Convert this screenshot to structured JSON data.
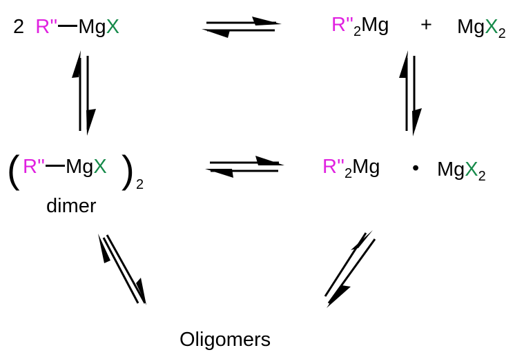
{
  "colors": {
    "r_group": "#e020e0",
    "halogen": "#168a4a",
    "text": "#000000",
    "background": "#ffffff"
  },
  "species": {
    "monomer": {
      "coefficient": "2",
      "r_group": "R''",
      "metal": "Mg",
      "halogen": "X"
    },
    "schlenk_products": {
      "r_group": "R''",
      "r_subscript": "2",
      "metal": "Mg",
      "plus": "+",
      "salt_metal": "Mg",
      "salt_halogen": "X",
      "salt_subscript": "2"
    },
    "dimer": {
      "r_group": "R''",
      "metal": "Mg",
      "halogen": "X",
      "subscript": "2",
      "label": "dimer"
    },
    "adduct": {
      "r_group": "R''",
      "r_subscript": "2",
      "metal": "Mg",
      "dot": "•",
      "salt_metal": "Mg",
      "salt_halogen": "X",
      "salt_subscript": "2"
    },
    "oligomers": {
      "label": "Oligomers"
    }
  },
  "equilibria": [
    {
      "from": "monomer",
      "to": "schlenk_products",
      "type": "equilibrium-arrows"
    },
    {
      "from": "monomer",
      "to": "dimer",
      "type": "equilibrium-arrows"
    },
    {
      "from": "schlenk_products",
      "to": "adduct",
      "type": "equilibrium-arrows"
    },
    {
      "from": "dimer",
      "to": "adduct",
      "type": "equilibrium-arrows"
    },
    {
      "from": "dimer",
      "to": "oligomers",
      "type": "equilibrium-arrows"
    },
    {
      "from": "adduct",
      "to": "oligomers",
      "type": "equilibrium-arrows"
    }
  ]
}
